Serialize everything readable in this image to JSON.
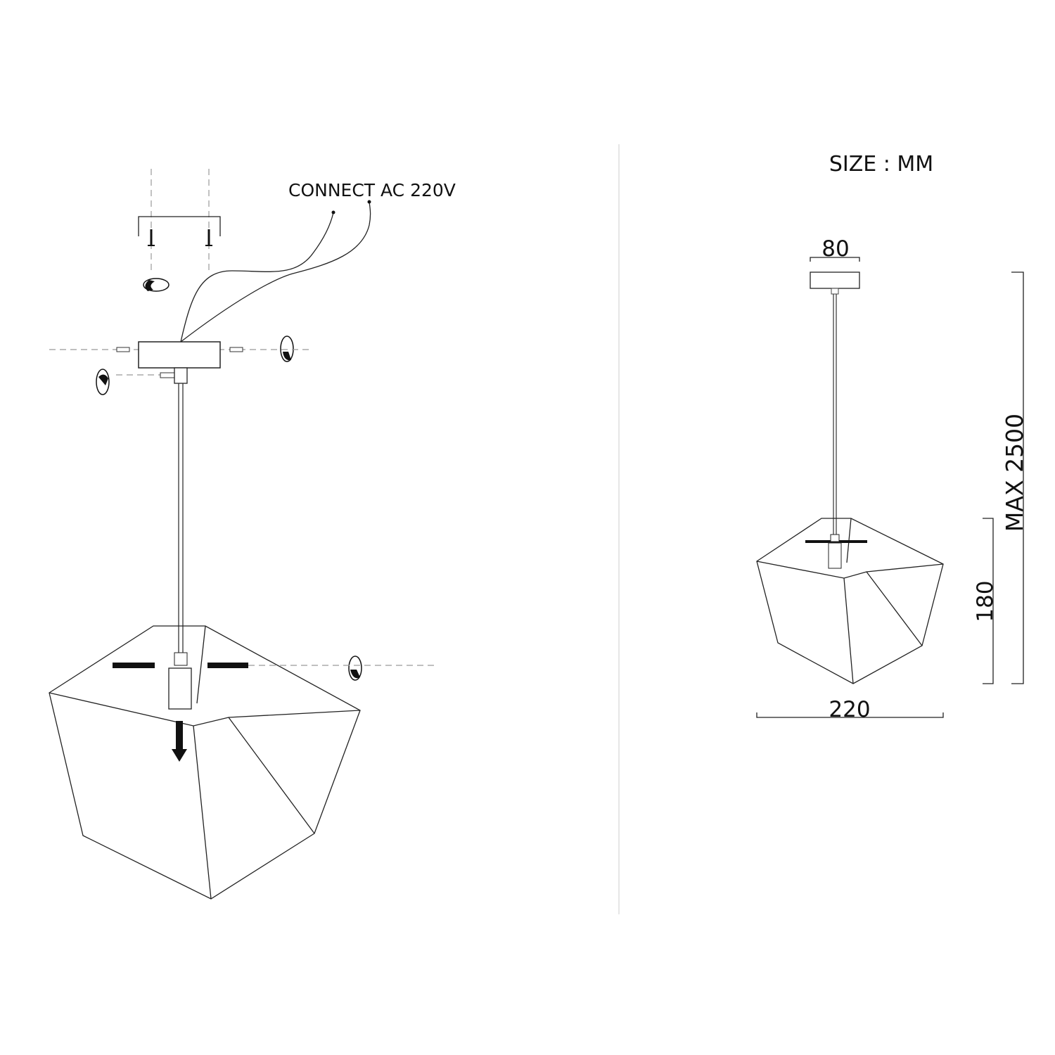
{
  "installation": {
    "connect_label": "CONNECT AC 220V"
  },
  "dimensions": {
    "size_unit_label": "SIZE : MM",
    "canopy_width": "80",
    "shade_width": "220",
    "shade_height": "180",
    "max_height": "MAX 2500"
  },
  "colors": {
    "line": "#222222",
    "guide": "#999999",
    "divider": "#dddddd"
  }
}
